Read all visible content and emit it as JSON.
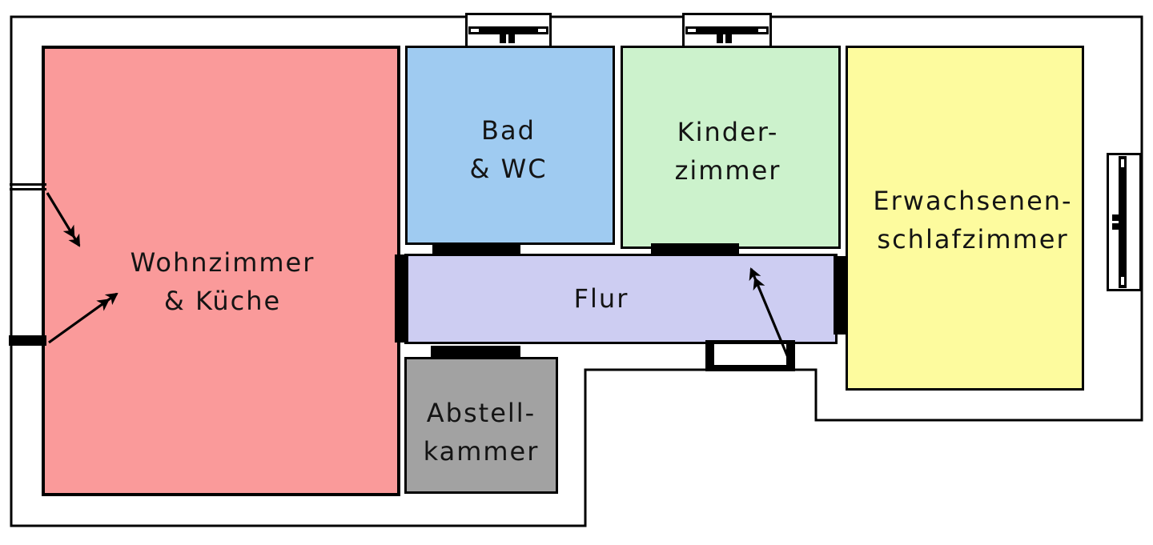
{
  "floorplan": {
    "background_color": "#ffffff",
    "wall_color": "#000000",
    "rooms": {
      "wohnzimmer": {
        "label_line1": "Wohnzimmer",
        "label_line2": "& Küche",
        "color": "#fa9a9a"
      },
      "bad": {
        "label_line1": "Bad",
        "label_line2": "& WC",
        "color": "#9fcbf1"
      },
      "kinderzimmer": {
        "label_line1": "Kinder-",
        "label_line2": "zimmer",
        "color": "#ccf2cc"
      },
      "erwachsenenschlafzimmer": {
        "label_line1": "Erwachsenen-",
        "label_line2": "schlafzimmer",
        "color": "#fdfb9e"
      },
      "flur": {
        "label_line1": "Flur",
        "color": "#cdcdf2"
      },
      "abstellkammer": {
        "label_line1": "Abstell-",
        "label_line2": "kammer",
        "color": "#a2a2a2"
      }
    }
  }
}
